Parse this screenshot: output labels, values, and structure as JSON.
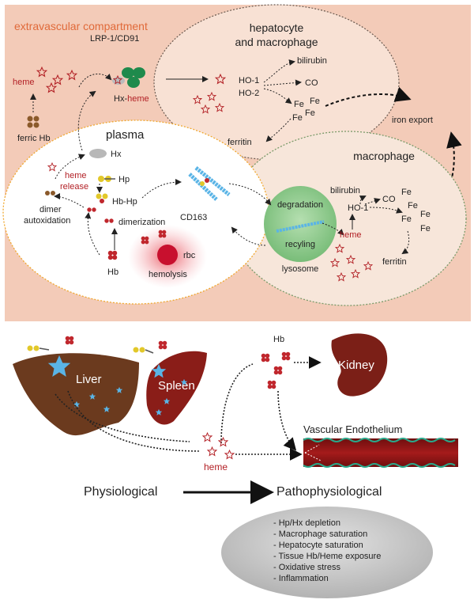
{
  "top": {
    "extravascular_label": "extravascular compartment",
    "hepatocyte_title_line1": "hepatocyte",
    "hepatocyte_title_line2": "and macrophage",
    "heme_label": "heme",
    "lrp_label": "LRP-1/CD91",
    "hx_heme_hx": "Hx-",
    "hx_heme_heme": "heme",
    "ferric_hb": "ferric Hb",
    "ho1": "HO-1",
    "ho2": "HO-2",
    "bilirubin": "bilirubin",
    "co": "CO",
    "fe": "Fe",
    "ferritin": "ferritin",
    "iron_export": "iron export",
    "plasma_title": "plasma",
    "hx": "Hx",
    "heme_release_1": "heme",
    "heme_release_2": "release",
    "hp": "Hp",
    "hb_hp": "Hb-Hp",
    "cd163": "CD163",
    "dimer_1": "dimer",
    "dimer_2": "autoxidation",
    "dimerization": "dimerization",
    "hb": "Hb",
    "rbc": "rbc",
    "hemolysis": "hemolysis",
    "macrophage_title": "macrophage",
    "degradation": "degradation",
    "recyling": "recyling",
    "lysosome": "lysosome",
    "mac_heme": "heme",
    "mac_ho1": "HO-1",
    "mac_bilirubin": "bilirubin",
    "mac_co": "CO",
    "mac_ferritin": "ferritin"
  },
  "bottom": {
    "liver": "Liver",
    "spleen": "Spleen",
    "hb": "Hb",
    "kidney": "Kidney",
    "vascular_endothelium": "Vascular Endothelium",
    "heme": "heme",
    "physiological": "Physiological",
    "pathophysiological": "Pathophysiological",
    "list": [
      "- Hp/Hx depletion",
      "- Macrophage saturation",
      "- Hepatocyte saturation",
      "- Tissue Hb/Heme exposure",
      "- Oxidative stress",
      "- Inflammation"
    ]
  },
  "colors": {
    "panel_bg": "#f3cbb8",
    "accent_orange": "#e06a3a",
    "heme_red": "#b21f24",
    "organ_brown": "#6b3a1e",
    "spleen_red": "#8a1d18",
    "lysosome_green": "#8cc98a",
    "bubble_grey": "#c7c7c7"
  }
}
